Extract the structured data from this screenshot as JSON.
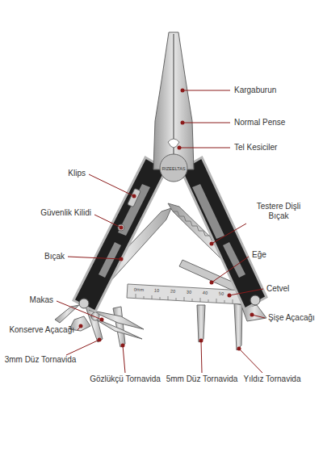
{
  "diagram": {
    "labels": [
      "Kargaburun",
      "Normal Pense",
      "Tel Kesiciler",
      "Klips",
      "Testere Dişli Bıçak",
      "Güvenlik Kilidi",
      "Bıçak",
      "Eğe",
      "Cetvel",
      "Makas",
      "Şişe Açacağı",
      "Konserve Açacağı",
      "3mm Düz Tornavida",
      "Gözlükçü Tornavida",
      "5mm Düz Tornavida",
      "Yıldız Tornavida",
      "RIZEELTAS",
      "0mm",
      "10",
      "20",
      "30",
      "40",
      "50"
    ]
  }
}
